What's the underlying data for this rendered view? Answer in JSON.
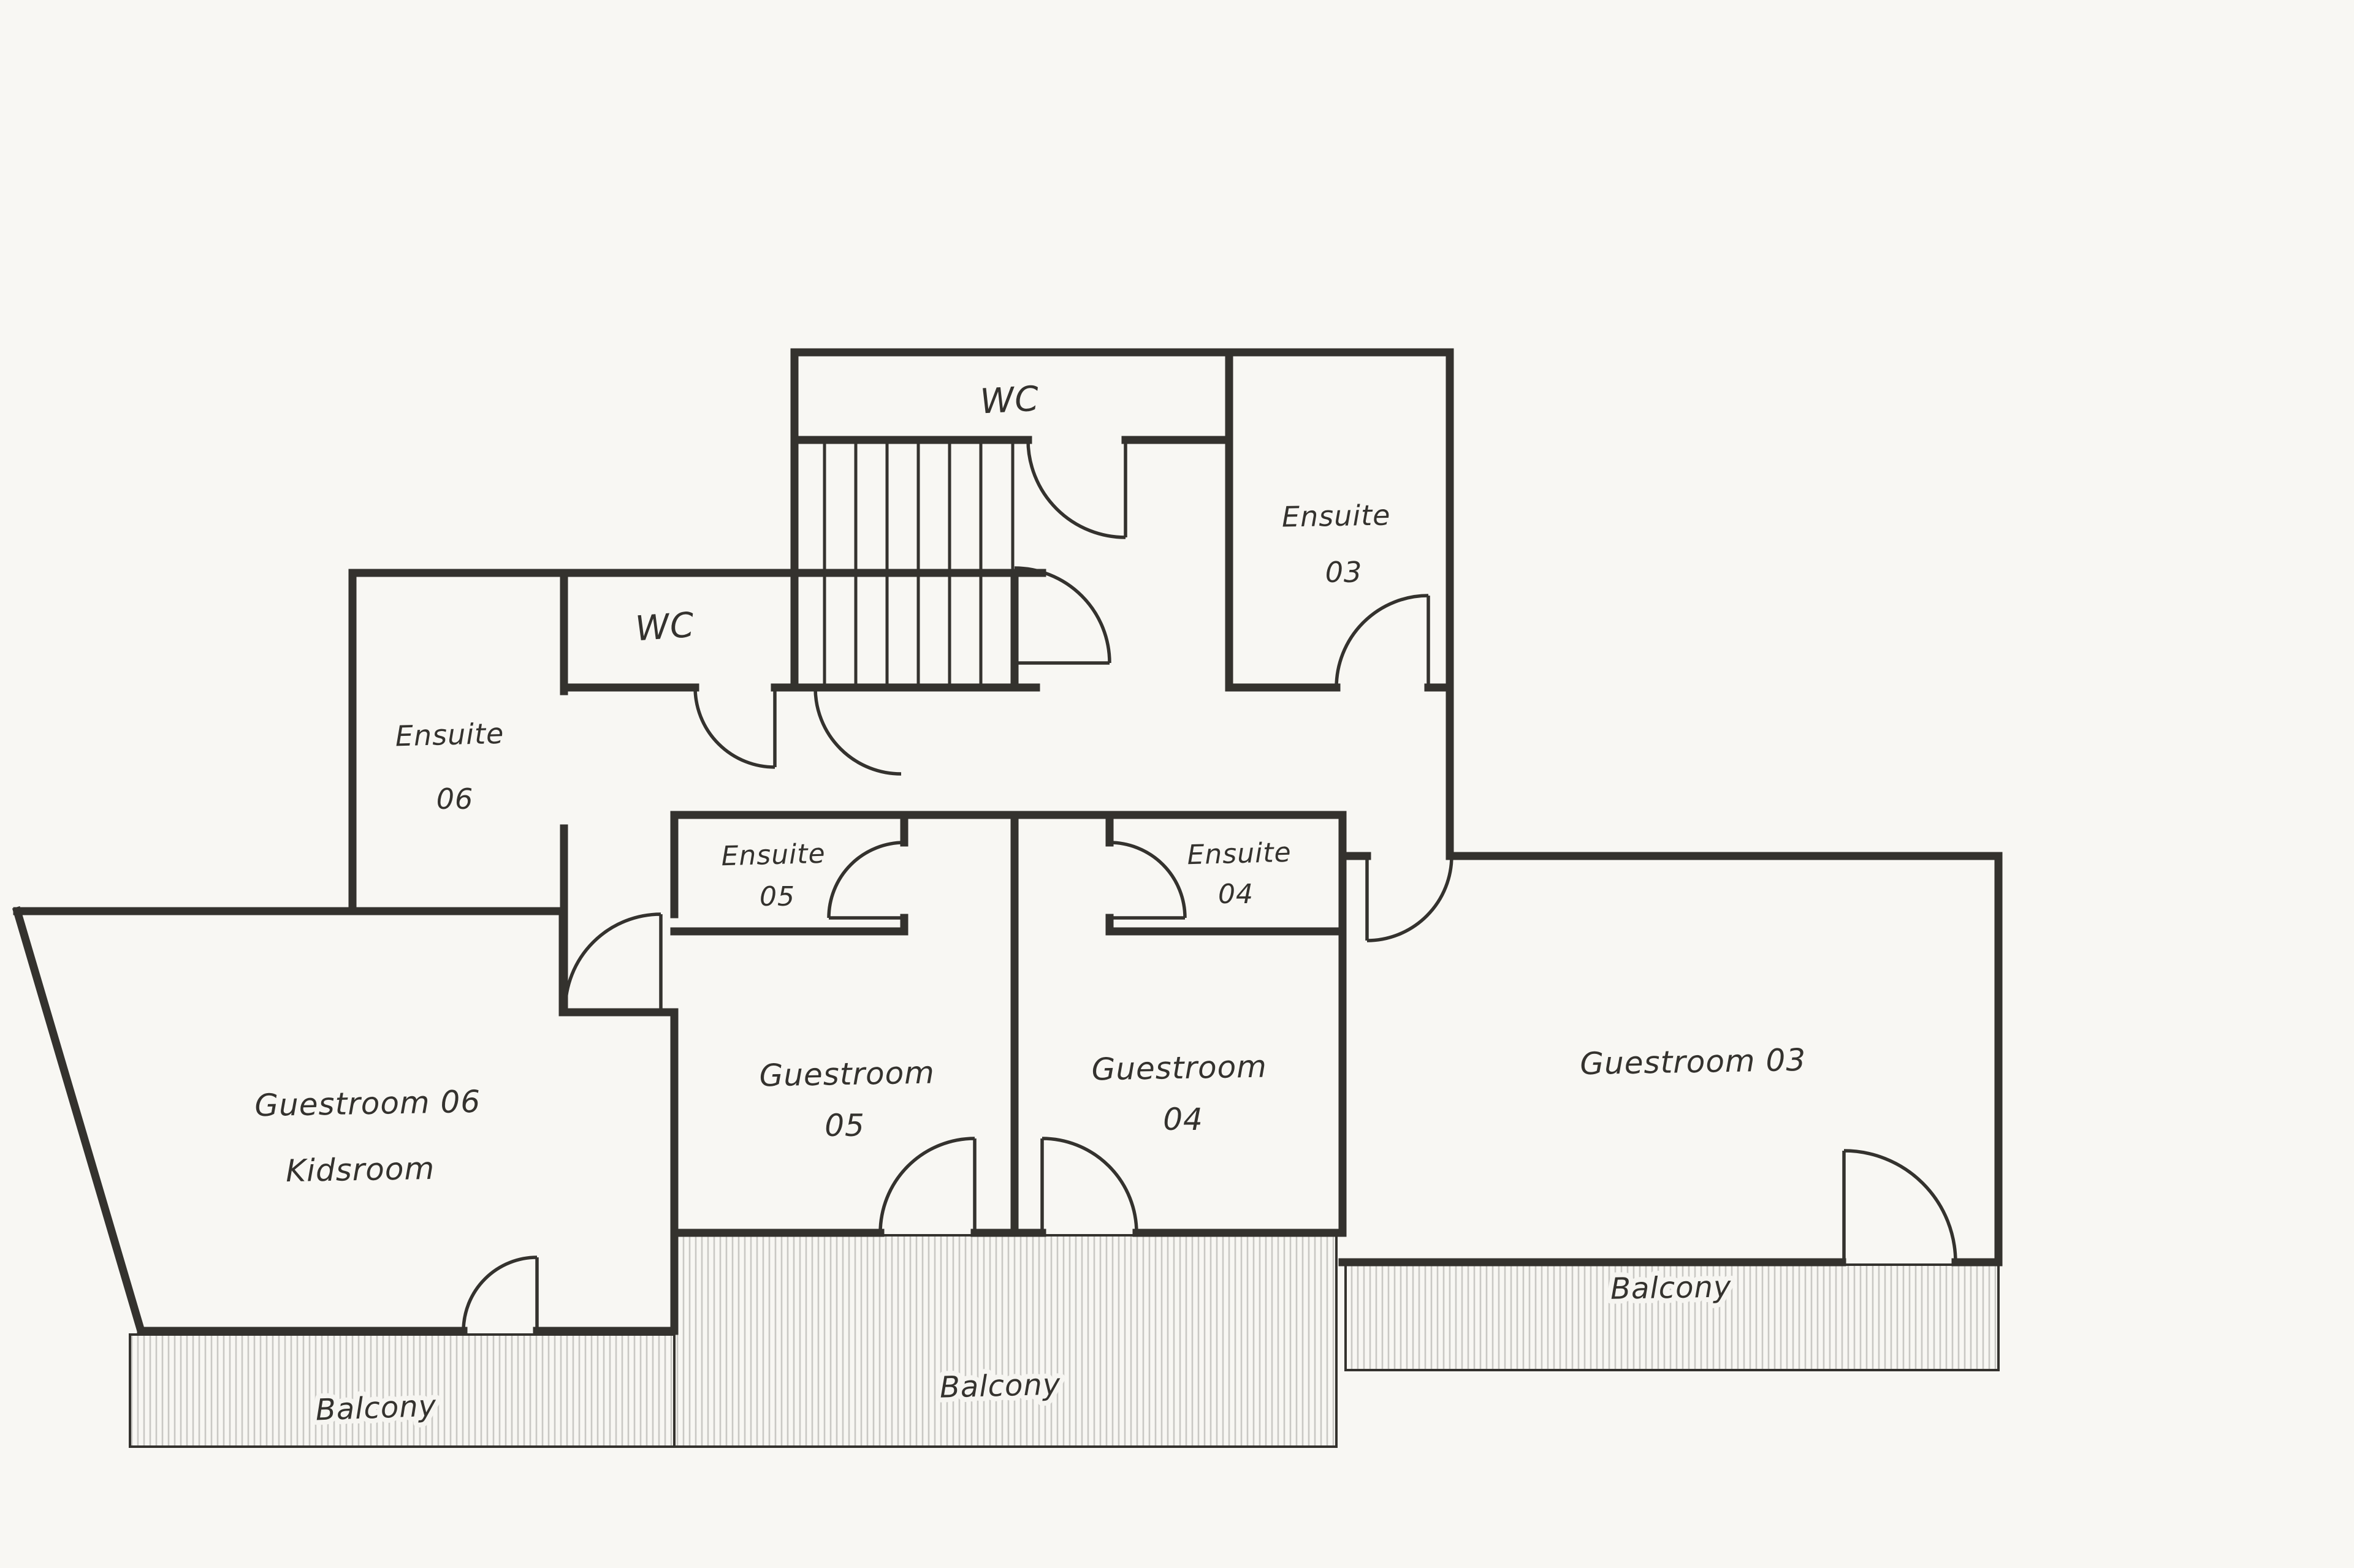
{
  "plan": {
    "colors": {
      "background": "#f8f7f3",
      "ink": "#34322e",
      "hatch": "#c9c8c4"
    },
    "rooms": {
      "wc_upper": {
        "label": "WC"
      },
      "ensuite03": {
        "line1": "Ensuite",
        "line2": "03"
      },
      "wc_lower": {
        "label": "WC"
      },
      "ensuite06": {
        "line1": "Ensuite",
        "line2": "06"
      },
      "ensuite05": {
        "line1": "Ensuite",
        "line2": "05"
      },
      "ensuite04": {
        "line1": "Ensuite",
        "line2": "04"
      },
      "guestroom06": {
        "line1": "Guestroom 06",
        "line2": "Kidsroom"
      },
      "guestroom05": {
        "line1": "Guestroom",
        "line2": "05"
      },
      "guestroom04": {
        "line1": "Guestroom",
        "line2": "04"
      },
      "guestroom03": {
        "label": "Guestroom 03"
      },
      "balcony_left": {
        "label": "Balcony"
      },
      "balcony_middle": {
        "label": "Balcony"
      },
      "balcony_right": {
        "label": "Balcony"
      }
    }
  }
}
